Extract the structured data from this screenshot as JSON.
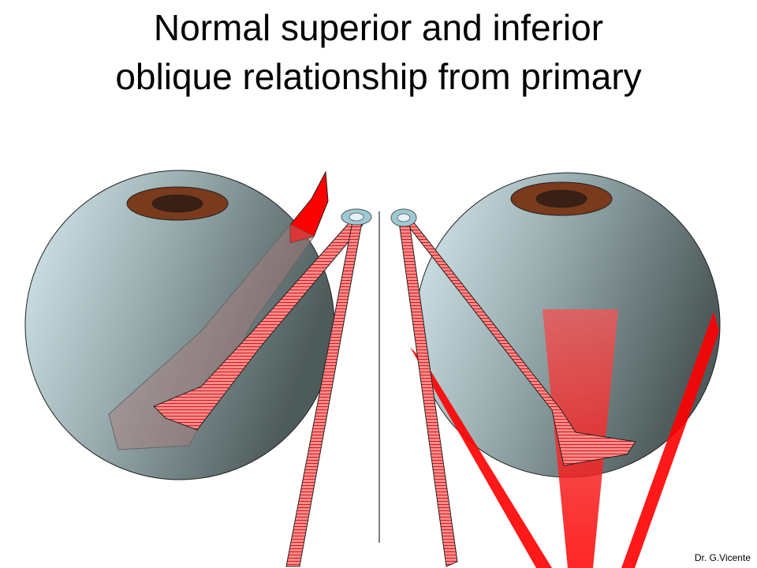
{
  "title": {
    "line1": "Normal superior and inferior",
    "line2": "oblique relationship from primary"
  },
  "credit": "Dr. G.Vicente",
  "colors": {
    "background": "#ffffff",
    "globe_light": "#d6e9ee",
    "globe_dark": "#5a6767",
    "iris": "#7a3a1c",
    "pupil": "#3a1f14",
    "muscle_red": "#ff0000",
    "tendon_fill": "#ff8080",
    "trochlea": "#9cc9d4"
  }
}
